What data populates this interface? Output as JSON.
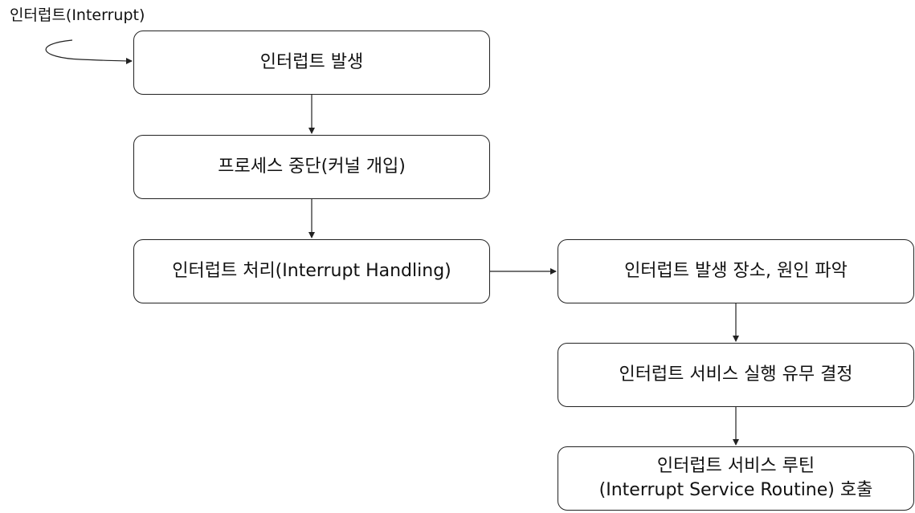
{
  "trigger": {
    "label": "인터럽트(Interrupt)"
  },
  "steps": [
    {
      "text": "인터럽트 발생"
    },
    {
      "text": "프로세스 중단(커널 개입)"
    },
    {
      "text": "인터럽트 처리(Interrupt  Handling)"
    },
    {
      "text": "인터럽트 발생 장소, 원인 파악"
    },
    {
      "text": "인터럽트 서비스 실행 유무 결정"
    },
    {
      "line1": "인터럽트 서비스 루틴",
      "line2": "(Interrupt  Service  Routine) 호출"
    }
  ],
  "colors": {
    "line": "#222222",
    "box_border": "#222222",
    "text": "#111111"
  }
}
